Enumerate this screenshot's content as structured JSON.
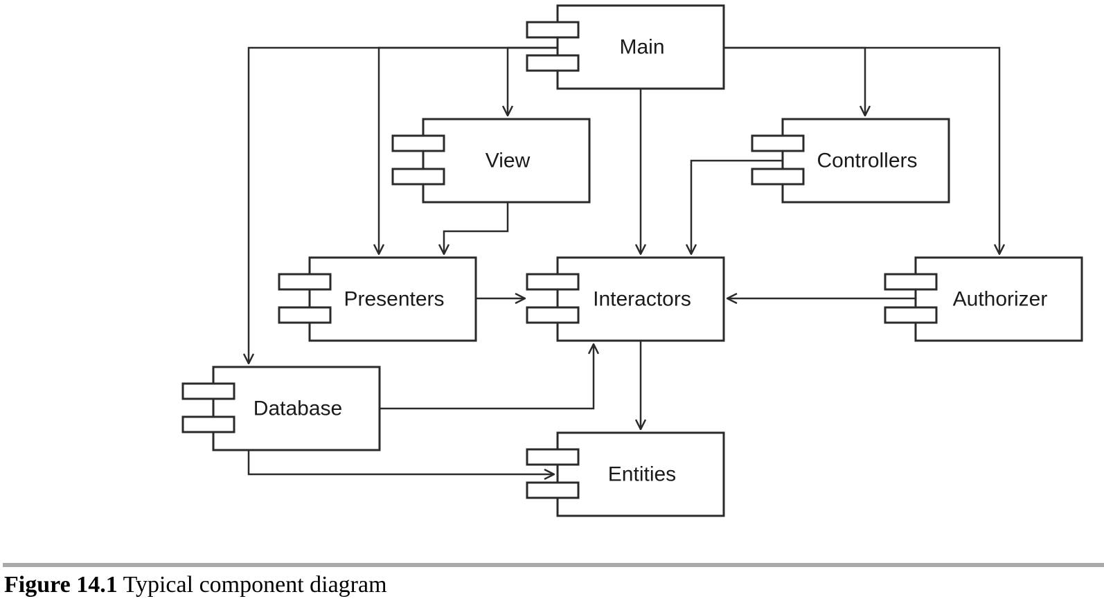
{
  "components": [
    {
      "id": "main",
      "label": "Main"
    },
    {
      "id": "view",
      "label": "View"
    },
    {
      "id": "controllers",
      "label": "Controllers"
    },
    {
      "id": "presenters",
      "label": "Presenters"
    },
    {
      "id": "interactors",
      "label": "Interactors"
    },
    {
      "id": "authorizer",
      "label": "Authorizer"
    },
    {
      "id": "database",
      "label": "Database"
    },
    {
      "id": "entities",
      "label": "Entities"
    }
  ],
  "edges": [
    {
      "from": "main",
      "to": "view"
    },
    {
      "from": "main",
      "to": "presenters"
    },
    {
      "from": "main",
      "to": "database"
    },
    {
      "from": "main",
      "to": "interactors"
    },
    {
      "from": "main",
      "to": "controllers"
    },
    {
      "from": "main",
      "to": "authorizer"
    },
    {
      "from": "view",
      "to": "presenters"
    },
    {
      "from": "controllers",
      "to": "interactors"
    },
    {
      "from": "presenters",
      "to": "interactors"
    },
    {
      "from": "authorizer",
      "to": "interactors"
    },
    {
      "from": "database",
      "to": "interactors"
    },
    {
      "from": "database",
      "to": "entities"
    },
    {
      "from": "interactors",
      "to": "entities"
    }
  ],
  "caption": {
    "figure_number": "Figure 14.1",
    "text": "Typical component diagram"
  }
}
